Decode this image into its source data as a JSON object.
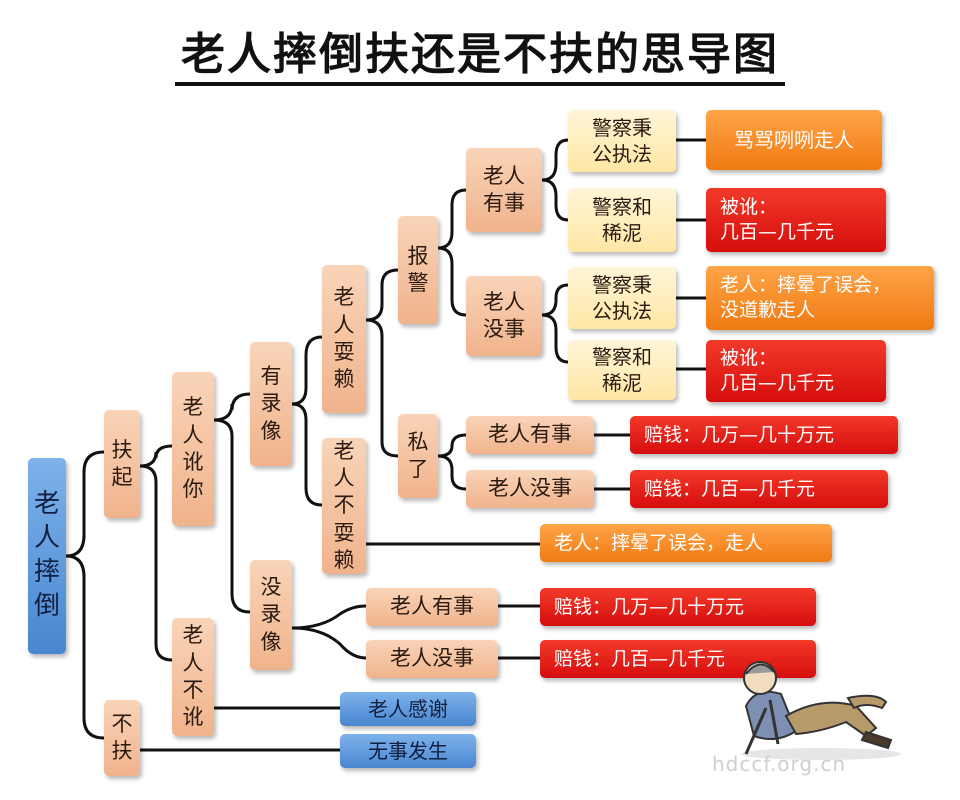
{
  "title": "老人摔倒扶还是不扶的思导图",
  "watermark": "hdccf.org.cn",
  "colors": {
    "peach": "#f3bc97",
    "yellow": "#ffecb5",
    "orange": "#f5861f",
    "red": "#e0140f",
    "blue": "#5c95d8",
    "line": "#111111"
  },
  "nodes": {
    "root": "老\n人\n摔\n倒",
    "help": "扶\n起",
    "nohelp": "不\n扶",
    "accuse": "老\n人\n讹\n你",
    "noaccuse": "老\n人\n不\n讹",
    "video": "有\n录\n像",
    "novideo": "没\n录\n像",
    "rogue": "老\n人\n耍\n赖",
    "norogue": "老\n人\n不\n耍\n赖",
    "police": "报\n警",
    "private": "私\n了",
    "hurt_a": "老人\n有事",
    "ok_a": "老人\n没事",
    "hurt_private": "老人有事",
    "ok_private": "老人没事",
    "hurt_novideo": "老人有事",
    "ok_novideo": "老人没事",
    "police_fair_1": "警察秉\n公执法",
    "police_mud_1": "警察和\n稀泥",
    "police_fair_2": "警察秉\n公执法",
    "police_mud_2": "警察和\n稀泥"
  },
  "outcomes": {
    "o1": "骂骂咧咧走人",
    "o2": "被讹：\n几百—几千元",
    "o3": "老人：摔晕了误会，\n没道歉走人",
    "o4": "被讹：\n几百—几千元",
    "o5": "赔钱：几万—几十万元",
    "o6": "赔钱：几百—几千元",
    "o7": "老人：摔晕了误会，走人",
    "o8": "赔钱：几万—几十万元",
    "o9": "赔钱：几百—几千元",
    "o10": "老人感谢",
    "o11": "无事发生"
  }
}
